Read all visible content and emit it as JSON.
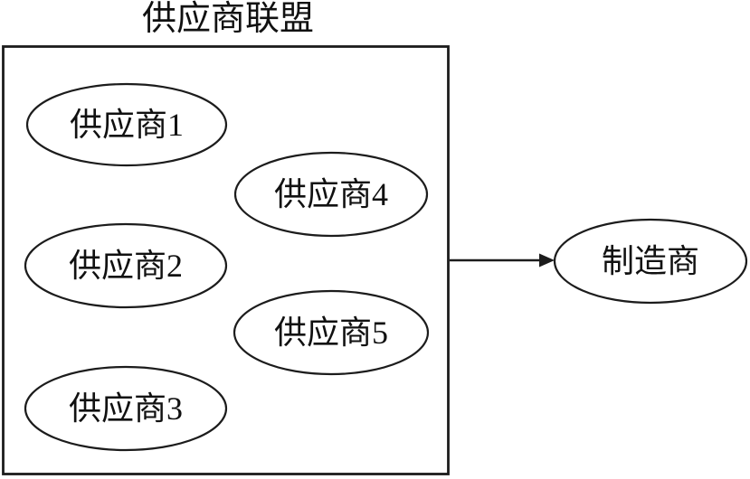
{
  "diagram": {
    "title": "供应商联盟",
    "suppliers": [
      {
        "label": "供应商1"
      },
      {
        "label": "供应商2"
      },
      {
        "label": "供应商3"
      },
      {
        "label": "供应商4"
      },
      {
        "label": "供应商5"
      }
    ],
    "manufacturer": {
      "label": "制造商"
    },
    "colors": {
      "line": "#1c1c1c",
      "background": "#ffffff",
      "text": "#111111"
    }
  }
}
